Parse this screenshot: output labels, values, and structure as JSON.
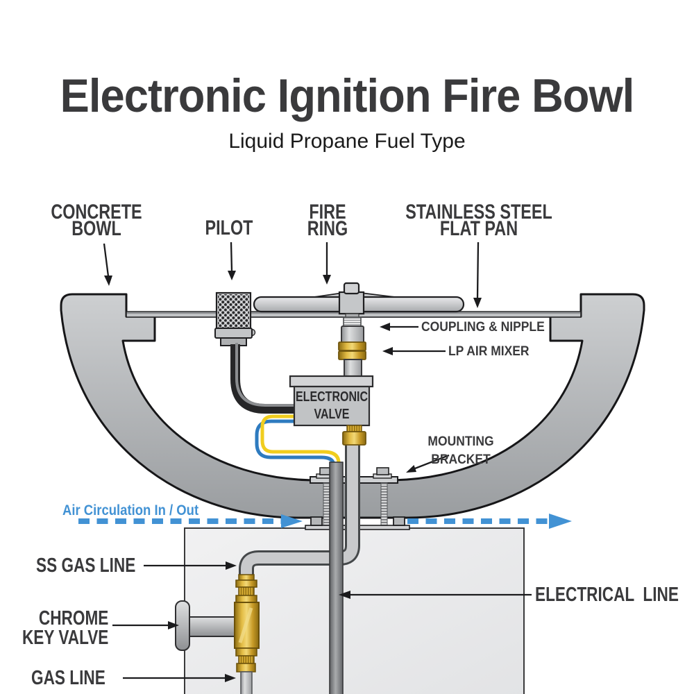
{
  "header": {
    "title": "Electronic Ignition Fire Bowl",
    "subtitle": "Liquid Propane Fuel Type"
  },
  "diagram": {
    "labels": {
      "concrete_bowl": [
        "CONCRETE",
        "BOWL"
      ],
      "pilot": "PILOT",
      "fire_ring": [
        "FIRE",
        "RING"
      ],
      "flat_pan": [
        "STAINLESS STEEL",
        "FLAT PAN"
      ],
      "coupling_nipple": "COUPLING & NIPPLE",
      "lp_air_mixer": "LP AIR MIXER",
      "electronic_valve": [
        "ELECTRONIC",
        "VALVE"
      ],
      "mounting_bracket": [
        "MOUNTING",
        "BRACKET"
      ],
      "air_circulation": "Air Circulation In / Out",
      "ss_gas_line": "SS GAS LINE",
      "chrome_key_valve": [
        "CHROME",
        "KEY VALVE"
      ],
      "gas_line": "GAS LINE",
      "electrical_line": "ELECTRICAL  LINE"
    },
    "colors": {
      "label_text": "#3a3a3c",
      "air_blue": "#4292d4",
      "brass": "#d2a52c",
      "metal_light": "#c9cbcd",
      "metal_dark": "#9b9ea1",
      "wire_blue": "#2e7bbf",
      "wire_yellow": "#f0cd1e",
      "outline": "#1b1b1d"
    }
  }
}
